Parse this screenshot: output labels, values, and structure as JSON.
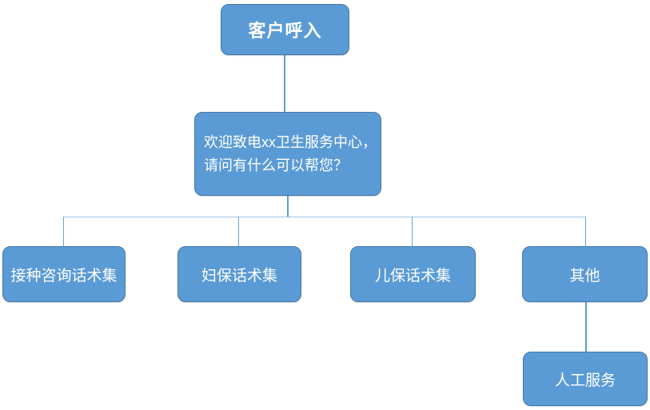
{
  "diagram": {
    "nodes": {
      "root": {
        "label": "客户呼入"
      },
      "welcome": {
        "lines": [
          "欢迎致电xx卫生服务中心，",
          "请问有什么可以帮您？"
        ]
      },
      "branches": [
        {
          "label": "接种咨询话术集"
        },
        {
          "label": "妇保话术集"
        },
        {
          "label": "儿保话术集"
        },
        {
          "label": "其他"
        }
      ],
      "manual": {
        "label": "人工服务"
      }
    },
    "colors": {
      "node_fill": "#5B9BD5",
      "node_border": "#4677A8",
      "connector": "#5E9CD3",
      "connector_light": "#9CC2E5",
      "text": "#FFFFFF",
      "background": "#FFFFFF"
    }
  }
}
